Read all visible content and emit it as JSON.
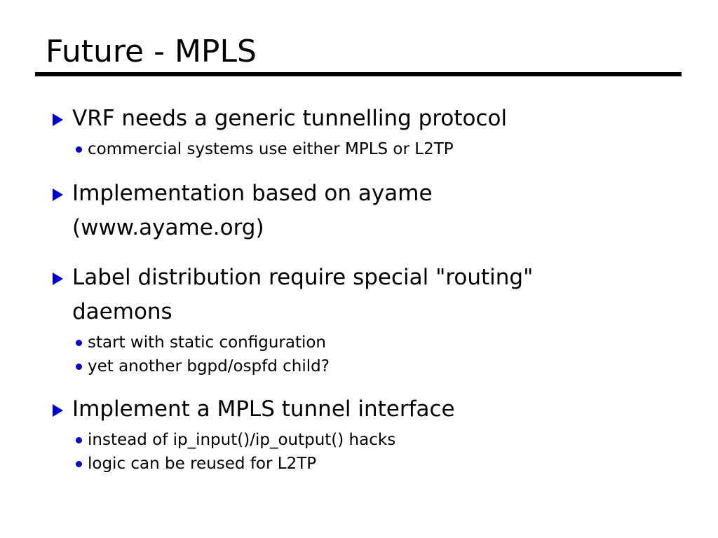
{
  "slide": {
    "title": "Future - MPLS",
    "background_color": "#ffffff",
    "text_color": "#000000",
    "bullet_color": "#0000CC",
    "rule_color": "#000000",
    "groups": [
      {
        "bullet_icon": "triangle-right-icon",
        "text": "VRF needs a generic tunnelling protocol",
        "subitems": [
          {
            "bullet_icon": "dot-icon",
            "text": "commercial systems use either MPLS or L2TP"
          }
        ]
      },
      {
        "bullet_icon": "triangle-right-icon",
        "text": "Implementation based on ayame (www.ayame.org)",
        "subitems": []
      },
      {
        "bullet_icon": "triangle-right-icon",
        "text": "Label distribution require special \"routing\" daemons",
        "subitems": [
          {
            "bullet_icon": "dot-icon",
            "text": "start with static configuration"
          },
          {
            "bullet_icon": "dot-icon",
            "text": "yet another bgpd/ospfd child?"
          }
        ]
      },
      {
        "bullet_icon": "triangle-right-icon",
        "text": "Implement a MPLS tunnel interface",
        "subitems": [
          {
            "bullet_icon": "dot-icon",
            "text": "instead of ip_input()/ip_output() hacks"
          },
          {
            "bullet_icon": "dot-icon",
            "text": "logic can be reused for L2TP"
          }
        ]
      }
    ]
  }
}
